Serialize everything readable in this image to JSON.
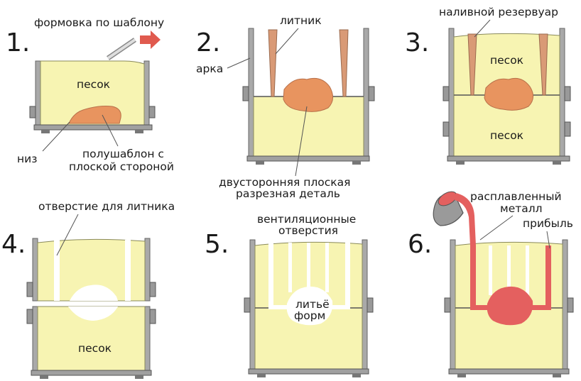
{
  "colors": {
    "sand": "#f7f4b2",
    "wall": "#a7a7a7",
    "pattern": "#e8945f",
    "metal": "#e4605f",
    "arrow": "#e05a4e",
    "stake": "#d99a76",
    "cavity": "#ffffff"
  },
  "steps": {
    "s1": {
      "number": "1.",
      "labels": {
        "template": "формовка по шаблону",
        "sand": "песок",
        "bottom": "низ",
        "half1": "полушаблон с",
        "half2": "плоской стороной"
      }
    },
    "s2": {
      "number": "2.",
      "labels": {
        "sprue": "литник",
        "arch": "арка",
        "part1": "двусторонняя плоская",
        "part2": "разрезная деталь"
      }
    },
    "s3": {
      "number": "3.",
      "labels": {
        "reservoir": "наливной резервуар",
        "sand_top": "песок",
        "sand_bottom": "песок"
      }
    },
    "s4": {
      "number": "4.",
      "labels": {
        "sprue_hole": "отверстие для литника",
        "sand": "песок"
      }
    },
    "s5": {
      "number": "5.",
      "labels": {
        "vents1": "вентиляционные",
        "vents2": "отверстия",
        "cast1": "литьё",
        "cast2": "форм"
      }
    },
    "s6": {
      "number": "6.",
      "labels": {
        "molten1": "расплавленный",
        "molten2": "металл",
        "riser": "прибыль"
      }
    }
  }
}
